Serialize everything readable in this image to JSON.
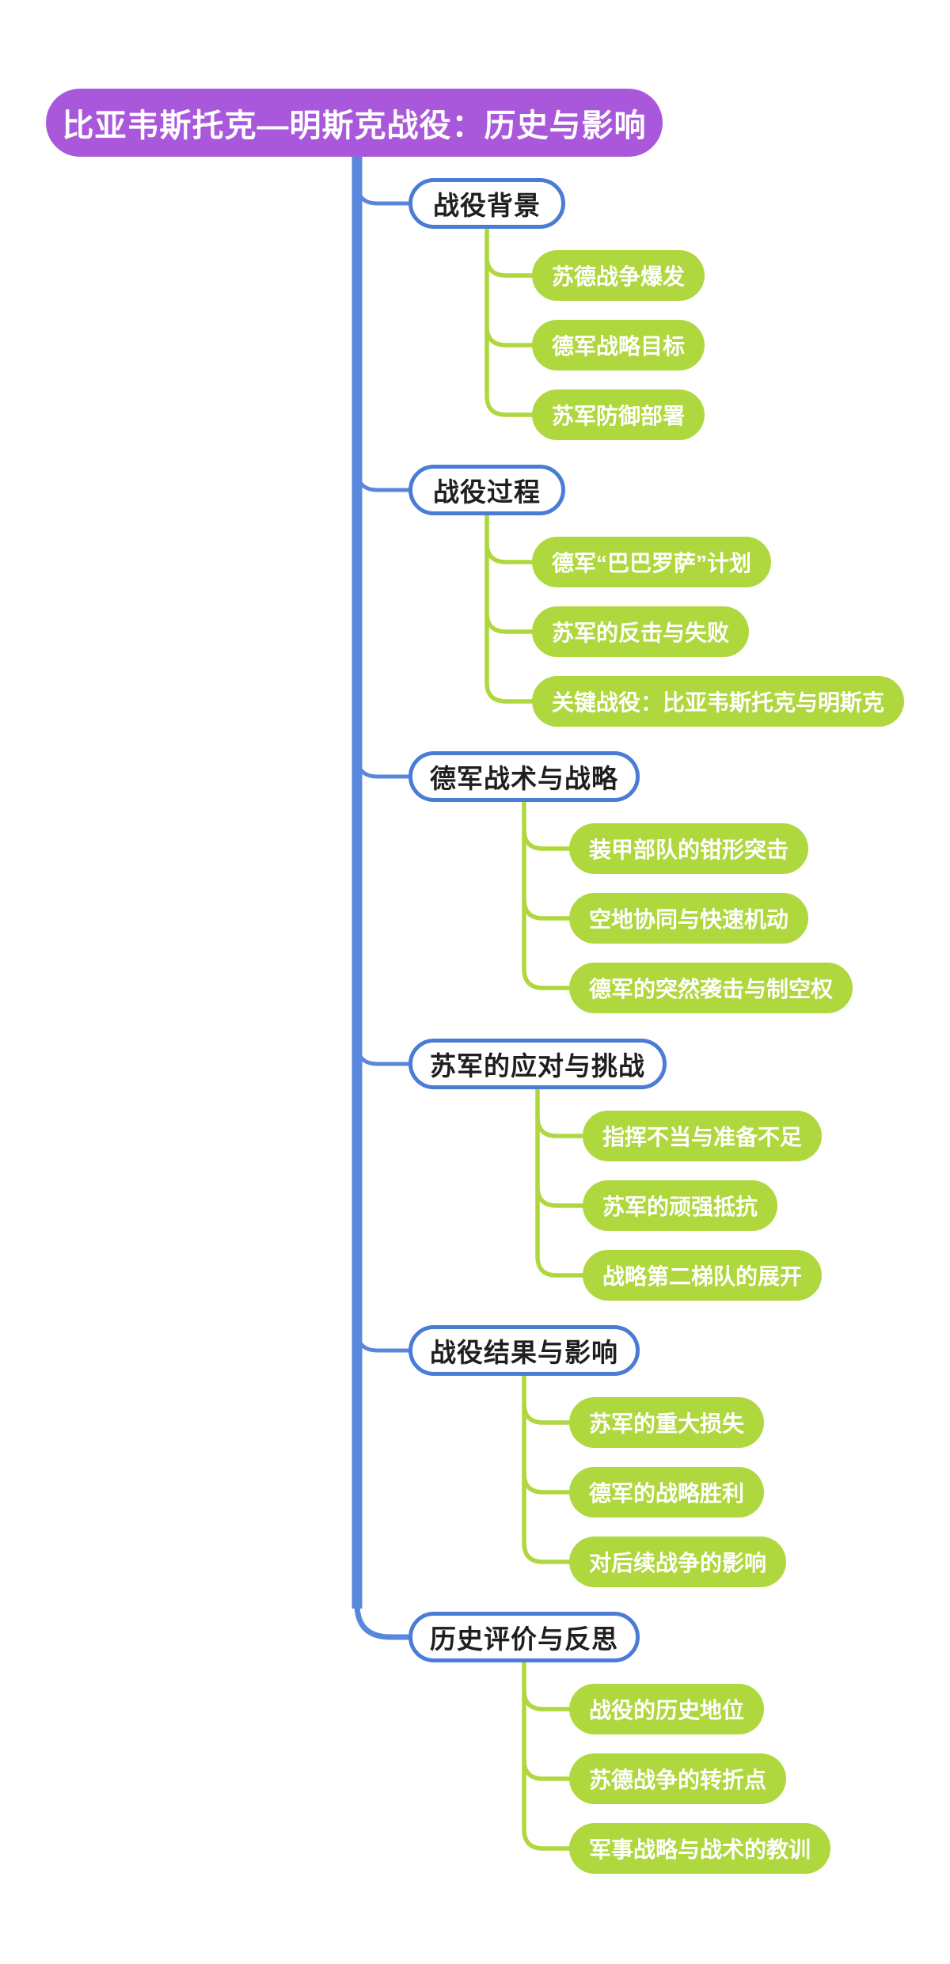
{
  "title": "比亚韦斯托克—明斯克战役：历史与影响",
  "colors": {
    "root-fill": "#A958DB",
    "root-text": "#FFFFFF",
    "spine": "#5987DC",
    "branch-border": "#4A7CD6",
    "branch-text": "#1F1F1F",
    "leaf-fill": "#AFD73E",
    "leaf-text": "#FFFFFF",
    "canvas": "#FFFFFF"
  },
  "branches": [
    {
      "label": "战役背景",
      "children": [
        "苏德战争爆发",
        "德军战略目标",
        "苏军防御部署"
      ]
    },
    {
      "label": "战役过程",
      "children": [
        "德军“巴巴罗萨”计划",
        "苏军的反击与失败",
        "关键战役：比亚韦斯托克与明斯克"
      ]
    },
    {
      "label": "德军战术与战略",
      "children": [
        "装甲部队的钳形突击",
        "空地协同与快速机动",
        "德军的突然袭击与制空权"
      ]
    },
    {
      "label": "苏军的应对与挑战",
      "children": [
        "指挥不当与准备不足",
        "苏军的顽强抵抗",
        "战略第二梯队的展开"
      ]
    },
    {
      "label": "战役结果与影响",
      "children": [
        "苏军的重大损失",
        "德军的战略胜利",
        "对后续战争的影响"
      ]
    },
    {
      "label": "历史评价与反思",
      "children": [
        "战役的历史地位",
        "苏德战争的转折点",
        "军事战略与战术的教训"
      ]
    }
  ]
}
